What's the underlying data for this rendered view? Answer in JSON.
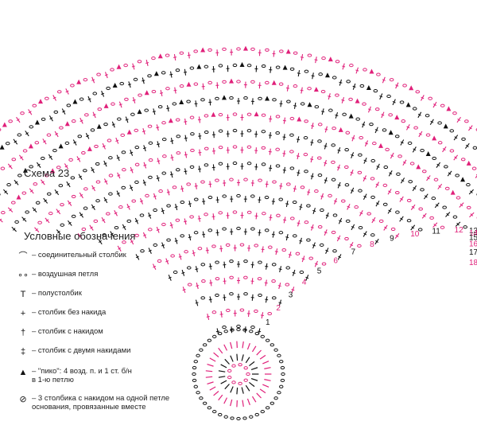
{
  "schema_title": "Схема 23",
  "legend_title": "Условные обозначения",
  "legend": [
    {
      "icon": "slip-stitch-icon",
      "symbol": "⌒",
      "text": "– соединительный столбик"
    },
    {
      "icon": "chain-stitch-icon",
      "symbol": "∘∘",
      "text": "– воздушная петля"
    },
    {
      "icon": "half-double-crochet-icon",
      "symbol": "T",
      "text": "– полустолбик"
    },
    {
      "icon": "single-crochet-icon",
      "symbol": "+",
      "text": "– столбик без накида"
    },
    {
      "icon": "double-crochet-icon",
      "symbol": "†",
      "text": "– столбик с накидом"
    },
    {
      "icon": "treble-crochet-icon",
      "symbol": "‡",
      "text": "– столбик с двумя накидами"
    },
    {
      "icon": "picot-icon",
      "symbol": "▲",
      "text": "– \"пико\": 4 возд. п. и 1 ст. б/н\nв 1-ю петлю"
    },
    {
      "icon": "cluster-icon",
      "symbol": "⊘",
      "text": "– 3 столбика с накидом на одной петле\nоснования, провязанные вместе"
    }
  ],
  "row_numbers": [
    "1",
    "2",
    "3",
    "4",
    "5",
    "6",
    "7",
    "8",
    "9",
    "10",
    "11",
    "12",
    "13",
    "14",
    "15",
    "16",
    "17",
    "18"
  ],
  "colors": {
    "black": "#111111",
    "pink": "#e0207a"
  }
}
